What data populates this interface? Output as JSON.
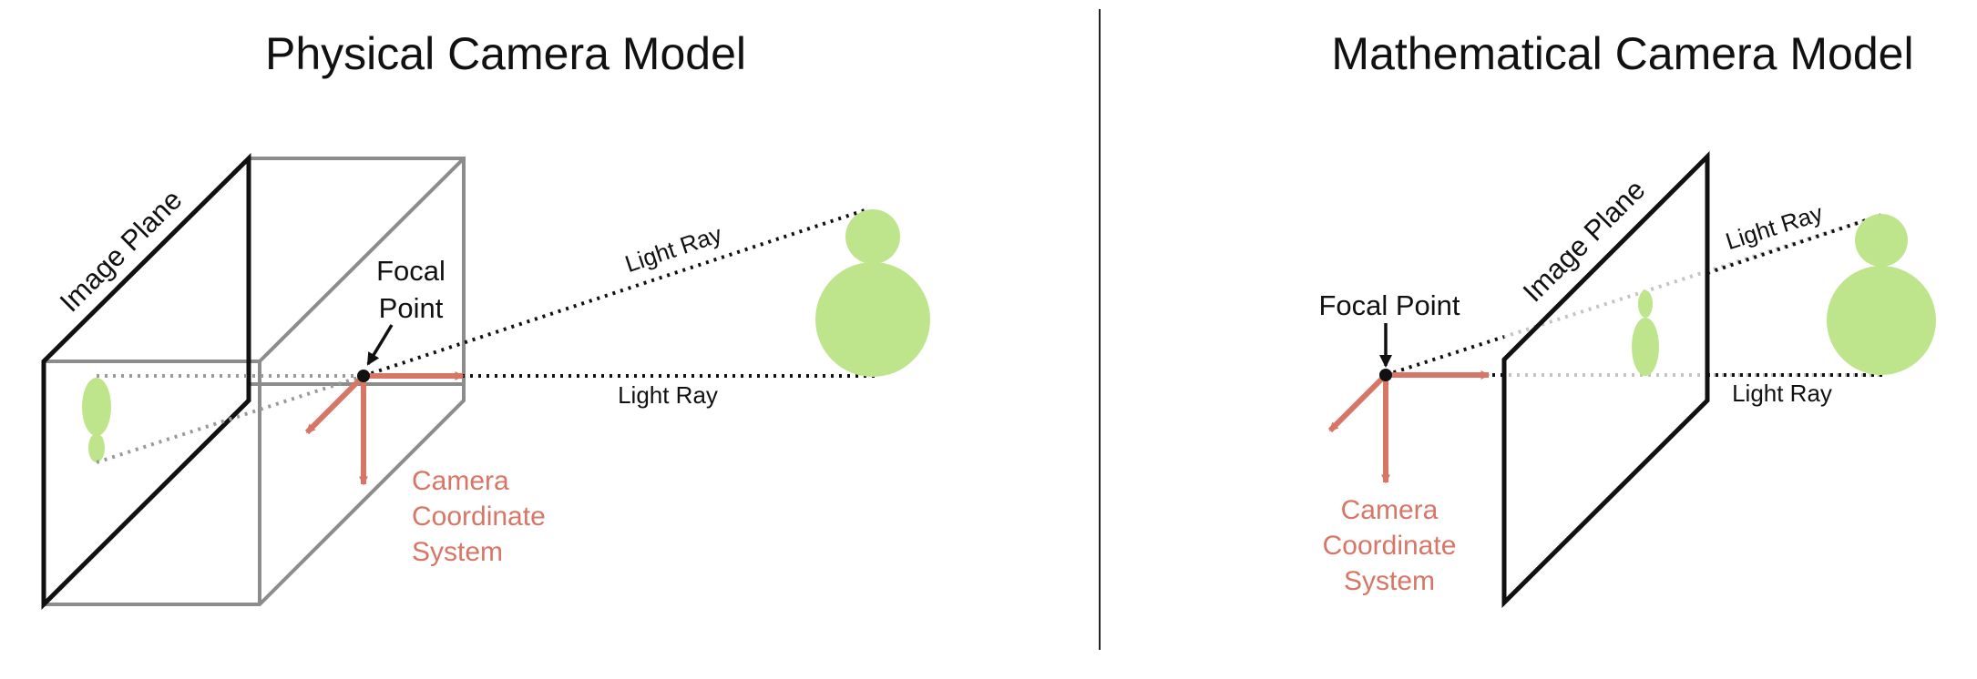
{
  "colors": {
    "ink": "#111111",
    "box_gray": "#8c8c8c",
    "axis_red": "#d87666",
    "subject_green": "#bfe58c",
    "ray_light": "#c4c4c4"
  },
  "left": {
    "title": "Physical Camera Model",
    "image_plane_label": "Image Plane",
    "focal_point_line1": "Focal",
    "focal_point_line2": "Point",
    "light_ray_top": "Light Ray",
    "light_ray_bottom": "Light Ray",
    "coord_line1": "Camera",
    "coord_line2": "Coordinate",
    "coord_line3": "System"
  },
  "right": {
    "title": "Mathematical Camera Model",
    "image_plane_label": "Image Plane",
    "focal_point": "Focal Point",
    "light_ray_top": "Light Ray",
    "light_ray_bottom": "Light Ray",
    "coord_line1": "Camera",
    "coord_line2": "Coordinate",
    "coord_line3": "System"
  }
}
